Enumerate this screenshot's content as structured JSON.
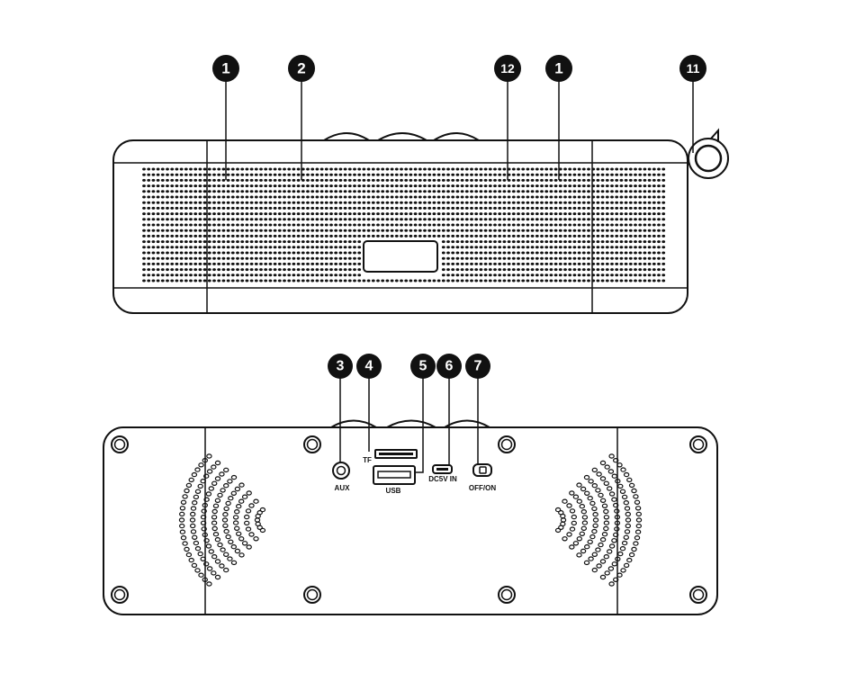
{
  "colors": {
    "line": "#111111",
    "callout_fill": "#111111",
    "callout_text": "#ffffff",
    "background": "#ffffff"
  },
  "callouts": [
    {
      "label": "1"
    },
    {
      "label": "2"
    },
    {
      "label": "12"
    },
    {
      "label": "1"
    },
    {
      "label": "11"
    },
    {
      "label": "3"
    },
    {
      "label": "4"
    },
    {
      "label": "5"
    },
    {
      "label": "6"
    },
    {
      "label": "7"
    }
  ],
  "ports": {
    "aux": "AUX",
    "tf": "TF",
    "usb": "USB",
    "dc_in": "DC5V IN",
    "power": "OFF/ON"
  }
}
